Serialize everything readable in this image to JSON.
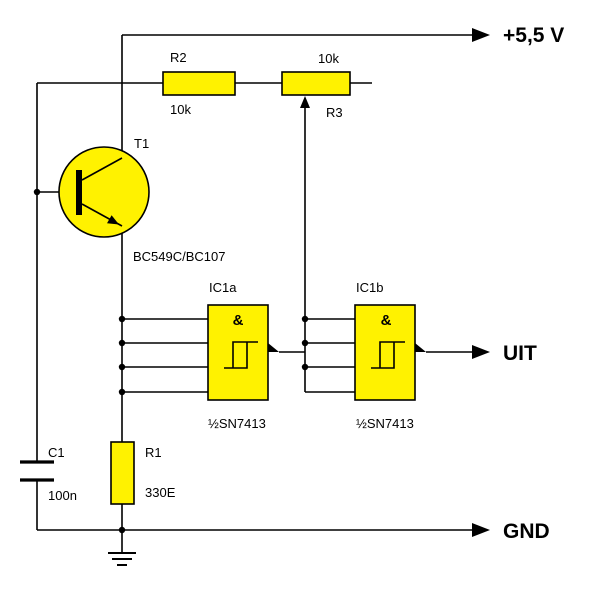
{
  "rails": {
    "supply_label": "+5,5 V",
    "output_label": "UIT",
    "ground_label": "GND"
  },
  "components": {
    "T1": {
      "ref": "T1",
      "type": "BC549C/BC107"
    },
    "R1": {
      "ref": "R1",
      "value": "330E"
    },
    "R2": {
      "ref": "R2",
      "value": "10k"
    },
    "R3": {
      "ref": "R3",
      "value": "10k"
    },
    "C1": {
      "ref": "C1",
      "value": "100n"
    },
    "IC1a": {
      "ref": "IC1a",
      "part": "½SN7413",
      "symbol": "&"
    },
    "IC1b": {
      "ref": "IC1b",
      "part": "½SN7413",
      "symbol": "&"
    }
  },
  "colors": {
    "component_fill": "#FFF200",
    "wire": "#000000",
    "background": "#FFFFFF"
  }
}
